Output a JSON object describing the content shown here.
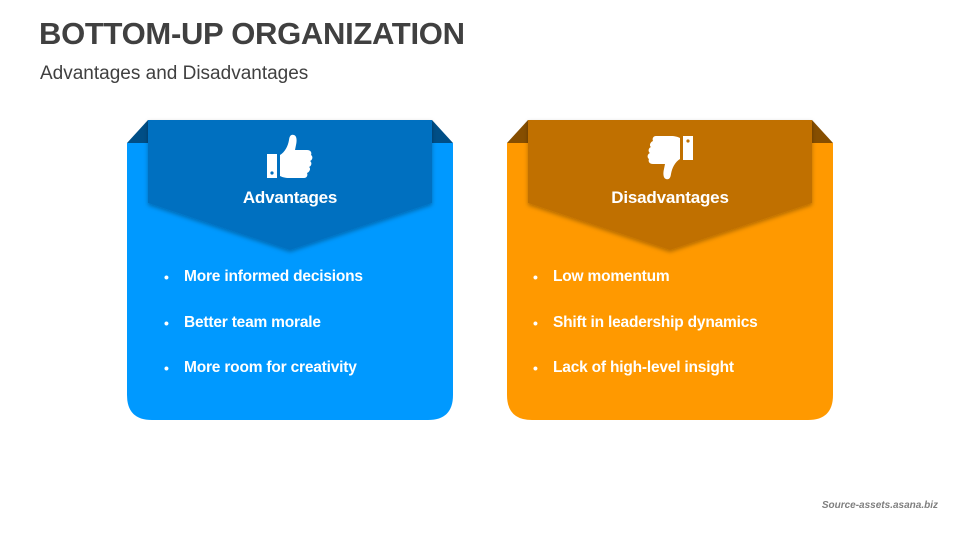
{
  "slide": {
    "title": "BOTTOM-UP ORGANIZATION",
    "subtitle": "Advantages and Disadvantages",
    "source": "Source-assets.asana.biz"
  },
  "cards": [
    {
      "heading": "Advantages",
      "icon": "thumbs-up-icon",
      "colors": {
        "body": "#0099FF",
        "banner": "#0070C0",
        "fold": "#004E86"
      },
      "items": [
        "More informed decisions",
        "Better team morale",
        "More room for creativity"
      ]
    },
    {
      "heading": "Disadvantages",
      "icon": "thumbs-down-icon",
      "colors": {
        "body": "#FF9900",
        "banner": "#C07000",
        "fold": "#864E00"
      },
      "items": [
        "Low momentum",
        "Shift in leadership dynamics",
        "Lack of high-level insight"
      ]
    }
  ],
  "bullet_glyph": "•"
}
